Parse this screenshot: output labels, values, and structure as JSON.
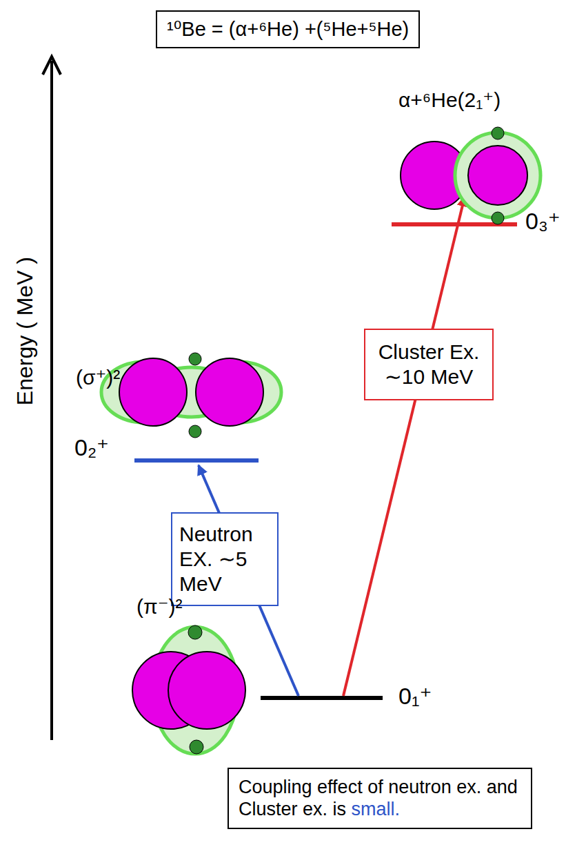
{
  "diagram": {
    "nodes": [
      {
        "text": [
          "¹⁰Be = (α+⁶He) +(⁵He+⁵He)"
        ]
      },
      {
        "text": [
          "Neutron EX. ∼5 MeV"
        ]
      },
      {
        "text": [
          "Cluster Ex. ∼10 MeV"
        ]
      },
      {
        "text": [
          "Coupling effect of neutron ex. and Cluster ex. is small."
        ]
      }
    ],
    "labels": [
      "Energy ( MeV )",
      "α+⁶He(2₁⁺)",
      "0₃⁺",
      "(σ⁺)²",
      "0₂⁺",
      "(π⁻)²",
      "0₁⁺"
    ]
  }
}
